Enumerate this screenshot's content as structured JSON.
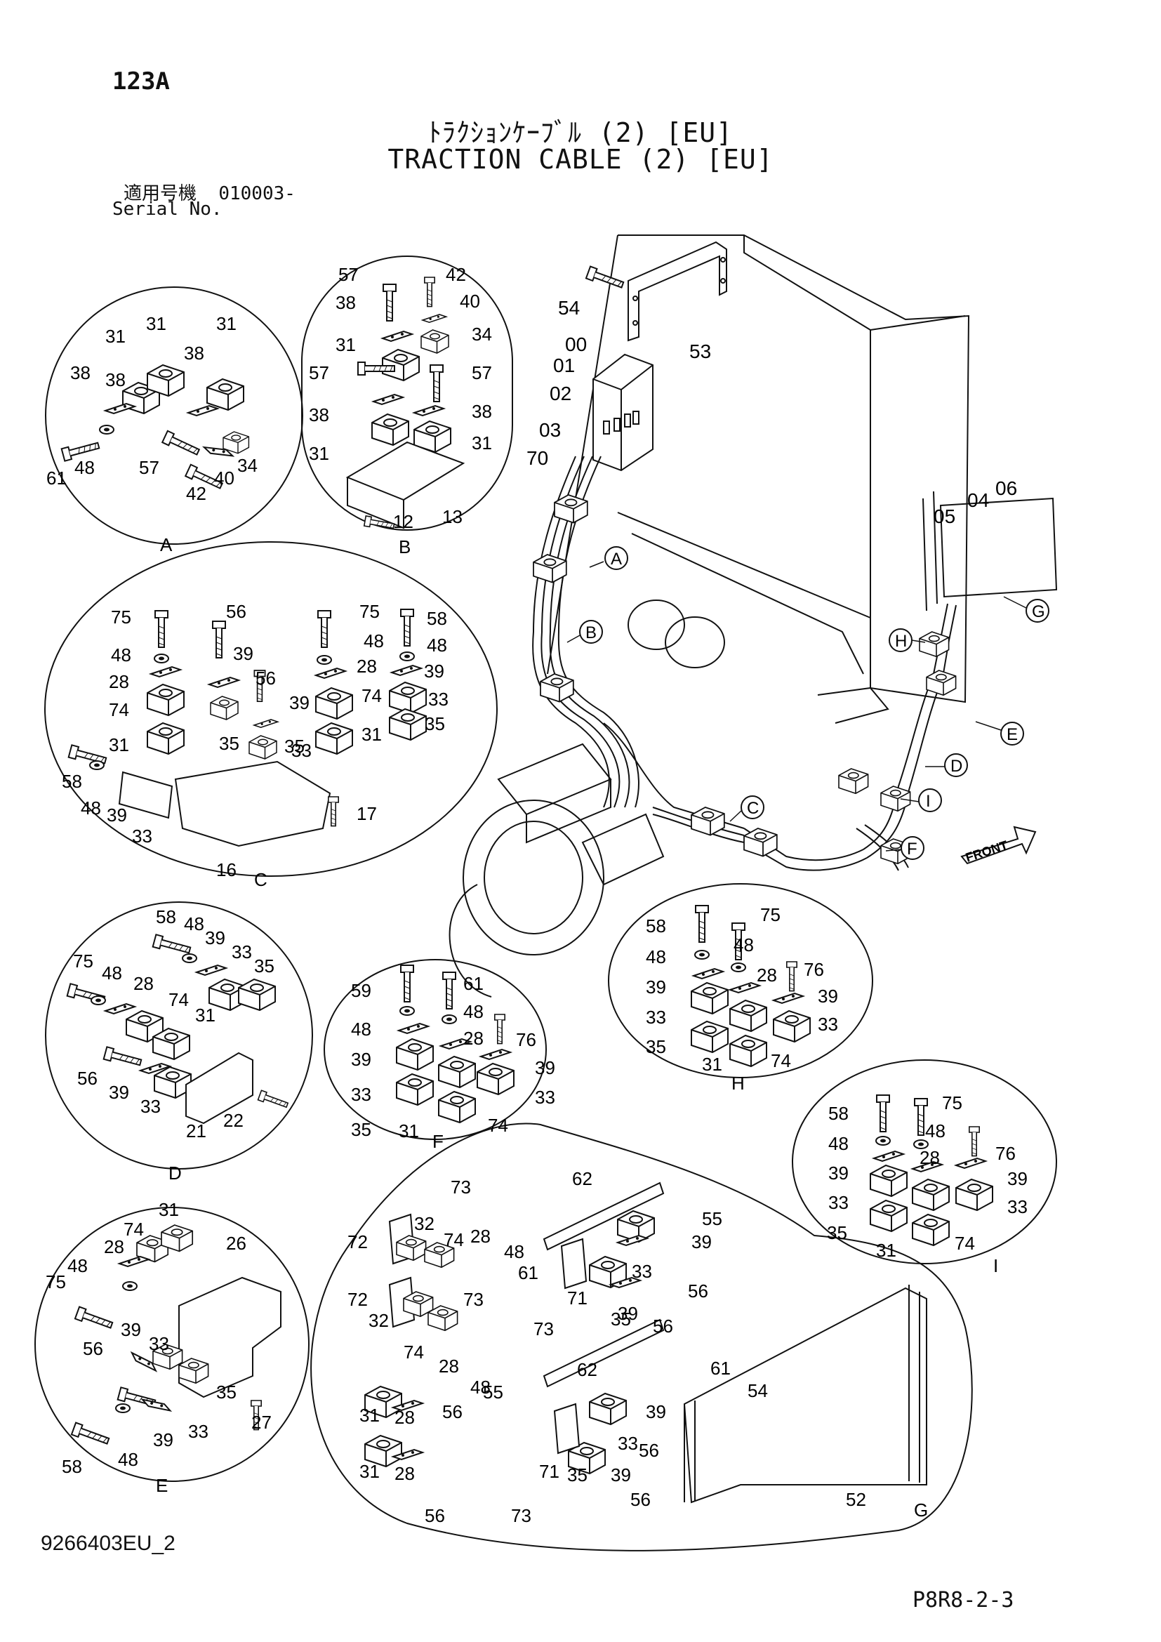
{
  "header": {
    "page_code": "123A",
    "title_jp": "ﾄﾗｸｼｮﾝｹｰﾌﾞﾙ (2) [EU]",
    "title_en": "TRACTION CABLE (2) [EU]",
    "serial_label_jp": "適用号機",
    "serial_value": "010003-",
    "serial_label_en": "Serial No."
  },
  "footer": {
    "drawing_number": "9266403EU_2",
    "page_reference": "P8R8-2-3"
  },
  "front_marker": "FRONT",
  "callouts": [
    "A",
    "B",
    "C",
    "D",
    "E",
    "F",
    "G",
    "H",
    "I"
  ],
  "part_labels": {
    "A": [
      "31",
      "31",
      "31",
      "38",
      "38",
      "38",
      "61",
      "48",
      "57",
      "42",
      "40",
      "34"
    ],
    "B": [
      "57",
      "42",
      "38",
      "40",
      "31",
      "34",
      "57",
      "57",
      "38",
      "38",
      "31",
      "31",
      "12",
      "13"
    ],
    "C": [
      "75",
      "56",
      "75",
      "58",
      "48",
      "48",
      "48",
      "28",
      "39",
      "28",
      "39",
      "74",
      "56",
      "74",
      "33",
      "39",
      "31",
      "35",
      "31",
      "35",
      "35",
      "33",
      "58",
      "48",
      "39",
      "33",
      "17",
      "16"
    ],
    "D": [
      "58",
      "48",
      "39",
      "75",
      "48",
      "33",
      "35",
      "28",
      "74",
      "31",
      "56",
      "39",
      "33",
      "21",
      "22"
    ],
    "E": [
      "31",
      "74",
      "28",
      "26",
      "48",
      "75",
      "39",
      "33",
      "56",
      "35",
      "27",
      "58",
      "48",
      "39",
      "33"
    ],
    "F": [
      "59",
      "61",
      "48",
      "48",
      "39",
      "28",
      "76",
      "33",
      "39",
      "33",
      "35",
      "31",
      "74"
    ],
    "G": [
      "73",
      "62",
      "55",
      "72",
      "32",
      "74",
      "28",
      "39",
      "48",
      "61",
      "33",
      "56",
      "72",
      "73",
      "71",
      "35",
      "39",
      "56",
      "32",
      "73",
      "74",
      "28",
      "62",
      "48",
      "61",
      "55",
      "31",
      "28",
      "56",
      "39",
      "54",
      "33",
      "56",
      "31",
      "28",
      "71",
      "35",
      "39",
      "56",
      "52",
      "73",
      "56"
    ],
    "H": [
      "58",
      "75",
      "48",
      "48",
      "76",
      "39",
      "28",
      "39",
      "33",
      "33",
      "35",
      "31",
      "74"
    ],
    "I": [
      "58",
      "75",
      "48",
      "48",
      "76",
      "39",
      "28",
      "39",
      "33",
      "33",
      "35",
      "31",
      "74"
    ],
    "main": [
      "54",
      "53",
      "00",
      "01",
      "02",
      "03",
      "70",
      "05",
      "04",
      "06"
    ]
  }
}
